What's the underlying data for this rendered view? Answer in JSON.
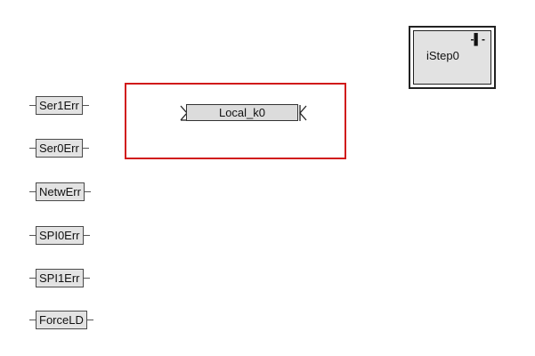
{
  "signals": [
    {
      "label": "Ser1Err"
    },
    {
      "label": "Ser0Err"
    },
    {
      "label": "NetwErr"
    },
    {
      "label": "SPI0Err"
    },
    {
      "label": "SPI1Err"
    },
    {
      "label": "ForceLD"
    }
  ],
  "connector": {
    "label": "Local_k0"
  },
  "step": {
    "label": "iStep0",
    "marker": "-▌-"
  },
  "colors": {
    "selection": "#d11a1a",
    "block_fill": "#e2e2e2"
  }
}
